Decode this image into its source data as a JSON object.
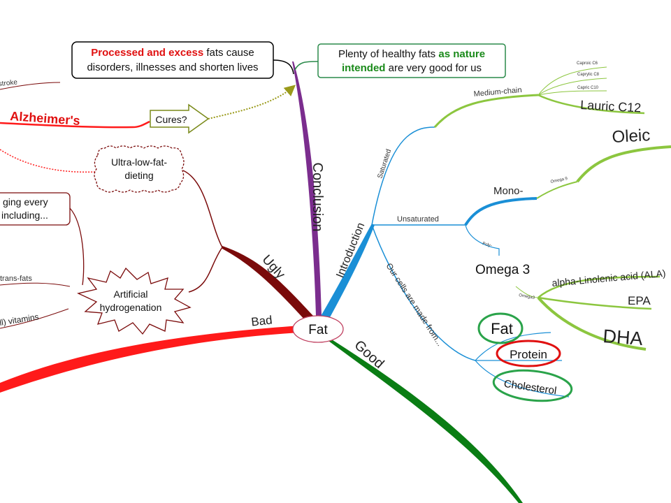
{
  "center": {
    "label": "Fat"
  },
  "branches": {
    "bad": "Bad",
    "good": "Good",
    "ugly": "Ugly",
    "conclusion": "Conclusion",
    "introduction": "Introduction"
  },
  "conclusion_boxes": {
    "processed": {
      "highlight": "Processed and excess",
      "rest1": " fats cause",
      "line2": "disorders, illnesses and shorten lives"
    },
    "healthy": {
      "line1a": "Plenty of healthy fats ",
      "line1b": "as nature",
      "line2a": "intended",
      "line2b": " are very good for us"
    }
  },
  "ugly_items": {
    "stroke": "stroke",
    "alzheimers": "Alzheimer's",
    "cures": "Cures?",
    "ultra_line1": "Ultra-low-fat-",
    "ultra_line2": "dieting",
    "aging_line1": "ging every",
    "aging_line2": "including...",
    "trans_fats": "trans-fats",
    "vitamins": "ll) vitamins",
    "artificial_line1": "Artificial",
    "artificial_line2": "hydrogenation"
  },
  "introduction_items": {
    "saturated": "Saturated",
    "medium_chain": "Medium-chain",
    "caproic": "Caproic C6",
    "caprylic": "Caprylic C8",
    "capric": "Capric C10",
    "lauric": "Lauric C12",
    "unsaturated": "Unsaturated",
    "mono": "Mono-",
    "omega9": "Omega 9",
    "oleic": "Oleic",
    "poly": "Poly-",
    "omega3_big": "Omega 3",
    "omega3_small": "Omega3",
    "ala": "alpha-Linolenic acid (ALA)",
    "epa": "EPA",
    "dha": "DHA",
    "cells": "Our cells are made from...",
    "fat": "Fat",
    "protein": "Protein",
    "cholesterol": "Cholesterol"
  },
  "colors": {
    "bad": "#ff1a1a",
    "good": "#0a7d14",
    "ugly": "#7a0a0a",
    "conclusion": "#7b2d8e",
    "introduction": "#1a8fd6",
    "lime": "#8cc63f",
    "highlight_red": "#e01010",
    "highlight_green": "#1a8a1a",
    "olive": "#9a9a1a"
  }
}
